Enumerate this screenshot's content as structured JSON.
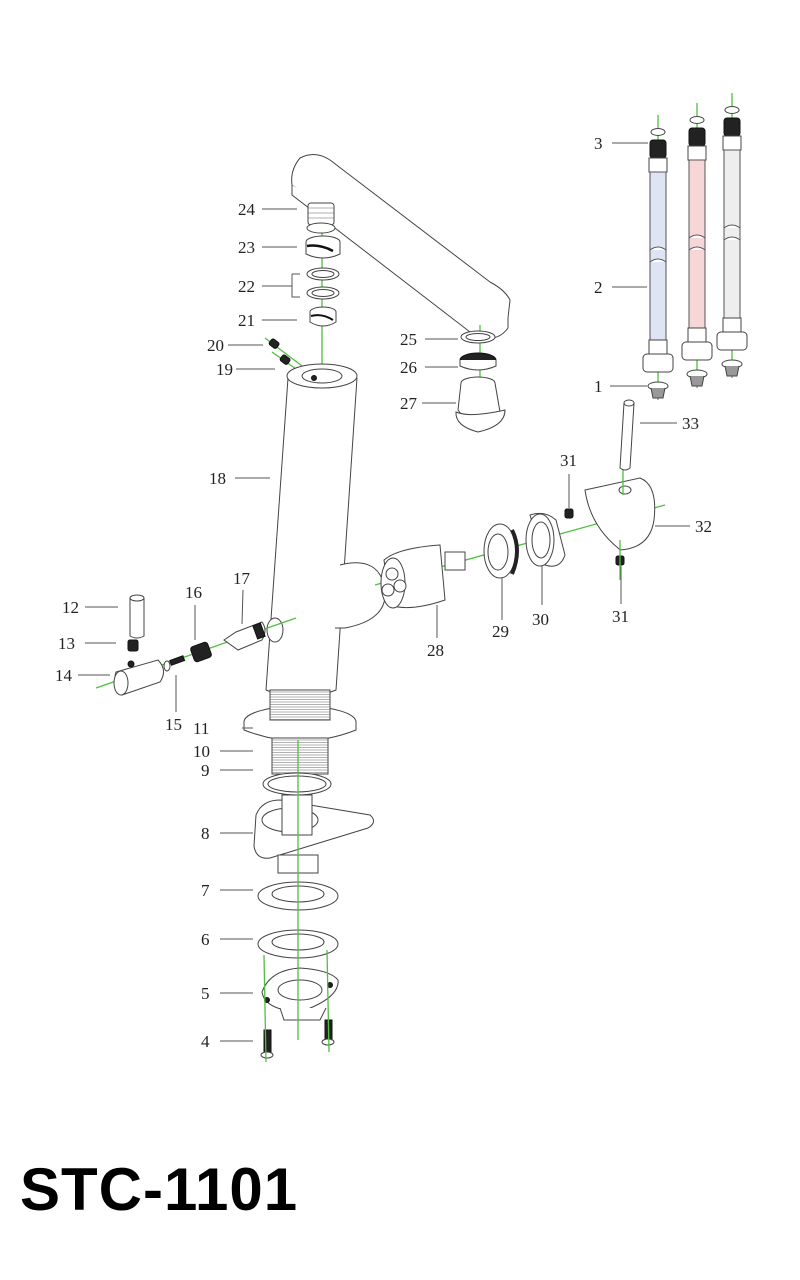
{
  "title": "STC-1101",
  "colors": {
    "axis": "#4fbf3f",
    "cold_hose": "#dfe4f5",
    "hot_hose": "#f6d6d6",
    "line": "#444444"
  },
  "callouts": [
    {
      "id": "1",
      "label": "1"
    },
    {
      "id": "2",
      "label": "2"
    },
    {
      "id": "3",
      "label": "3"
    },
    {
      "id": "4",
      "label": "4"
    },
    {
      "id": "5",
      "label": "5"
    },
    {
      "id": "6",
      "label": "6"
    },
    {
      "id": "7",
      "label": "7"
    },
    {
      "id": "8",
      "label": "8"
    },
    {
      "id": "9",
      "label": "9"
    },
    {
      "id": "10",
      "label": "10"
    },
    {
      "id": "11",
      "label": "11"
    },
    {
      "id": "12",
      "label": "12"
    },
    {
      "id": "13",
      "label": "13"
    },
    {
      "id": "14",
      "label": "14"
    },
    {
      "id": "15",
      "label": "15"
    },
    {
      "id": "16",
      "label": "16"
    },
    {
      "id": "17",
      "label": "17"
    },
    {
      "id": "18",
      "label": "18"
    },
    {
      "id": "19",
      "label": "19"
    },
    {
      "id": "20",
      "label": "20"
    },
    {
      "id": "21",
      "label": "21"
    },
    {
      "id": "22",
      "label": "22"
    },
    {
      "id": "23",
      "label": "23"
    },
    {
      "id": "24",
      "label": "24"
    },
    {
      "id": "25",
      "label": "25"
    },
    {
      "id": "26",
      "label": "26"
    },
    {
      "id": "27",
      "label": "27"
    },
    {
      "id": "28",
      "label": "28"
    },
    {
      "id": "29",
      "label": "29"
    },
    {
      "id": "30",
      "label": "30"
    },
    {
      "id": "31a",
      "label": "31"
    },
    {
      "id": "31b",
      "label": "31"
    },
    {
      "id": "32",
      "label": "32"
    },
    {
      "id": "33",
      "label": "33"
    }
  ]
}
